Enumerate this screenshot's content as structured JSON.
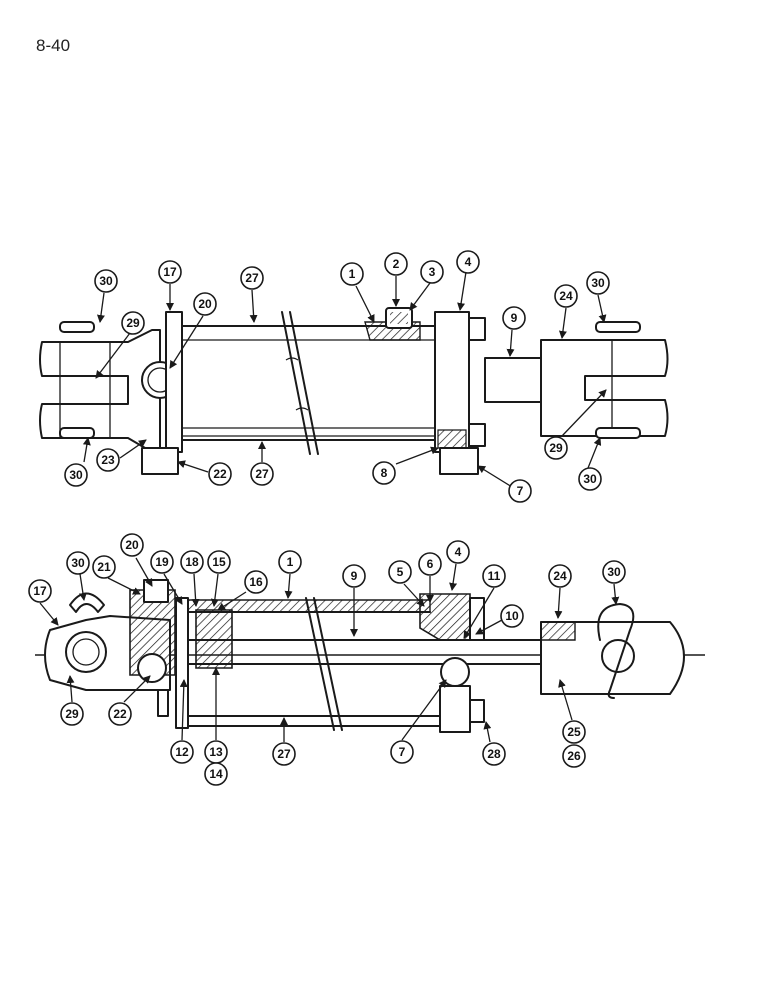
{
  "page": {
    "number": "8-40"
  },
  "callouts": {
    "top": [
      "30",
      "17",
      "27",
      "1",
      "2",
      "3",
      "4",
      "9",
      "24",
      "30",
      "20",
      "29",
      "29",
      "30",
      "23",
      "22",
      "27",
      "8",
      "7",
      "30"
    ],
    "bottom": [
      "20",
      "19",
      "18",
      "15",
      "16",
      "1",
      "9",
      "5",
      "6",
      "4",
      "11",
      "24",
      "30",
      "21",
      "30",
      "17",
      "10",
      "29",
      "22",
      "12",
      "13",
      "14",
      "27",
      "7",
      "28",
      "25",
      "26"
    ]
  }
}
